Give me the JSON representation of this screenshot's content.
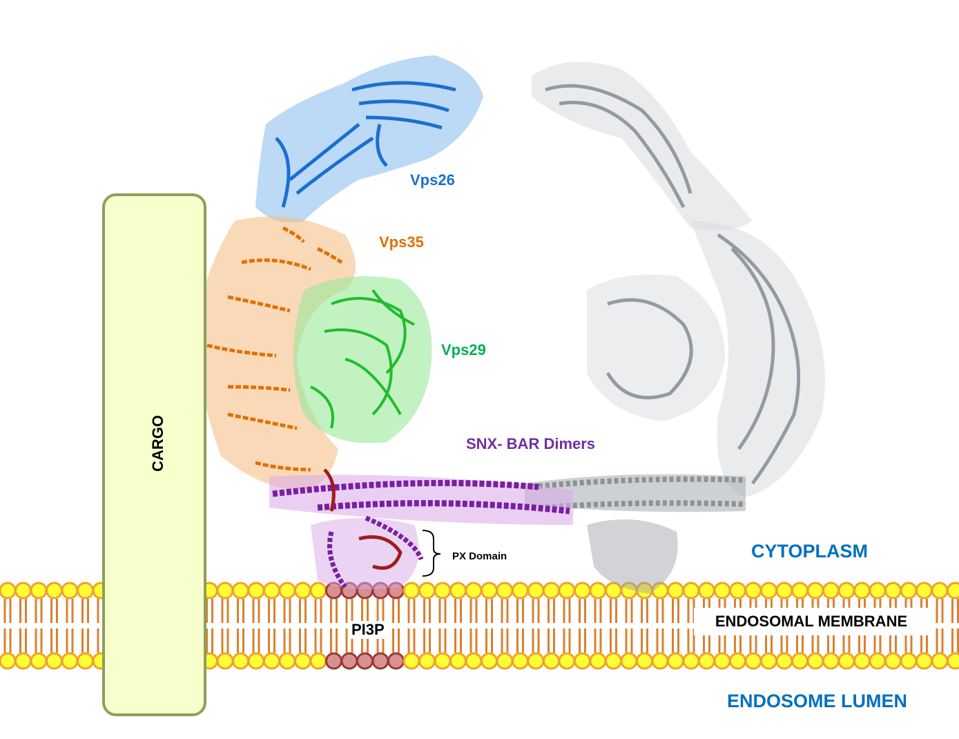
{
  "labels": {
    "vps26": "Vps26",
    "vps35": "Vps35",
    "vps29": "Vps29",
    "snx_bar": "SNX- BAR Dimers",
    "px_domain": "PX Domain",
    "cytoplasm": "CYTOPLASM",
    "membrane": "ENDOSOMAL MEMBRANE",
    "lumen": "ENDOSOME LUMEN",
    "pi3p": "PI3P",
    "cargo": "CARGO"
  },
  "colors": {
    "vps26": "#1a6fd0",
    "vps35": "#e07000",
    "vps29": "#00b050",
    "snx": "#7030a0",
    "px": "#a01c1c",
    "compartment": "#0070c0",
    "mirror": "#8a8f96",
    "lipid_head": "#ffff33",
    "lipid_edge": "#f0a030",
    "lipid_tail": "#d98030",
    "pi3p_head": "#d99090",
    "pi3p_edge": "#9a3838",
    "cargo_fill": "#f7ffcc",
    "cargo_edge": "#8aa05a"
  }
}
